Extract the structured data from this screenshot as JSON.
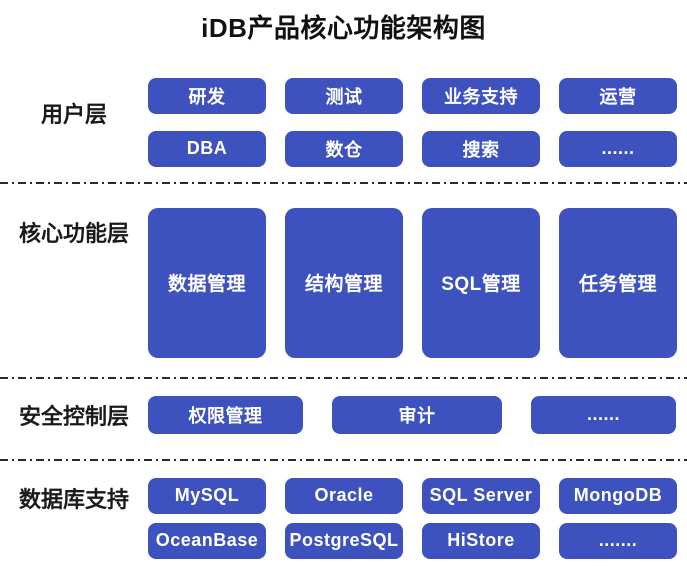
{
  "title": "iDB产品核心功能架构图",
  "colors": {
    "box_fill": "#3D52BE",
    "box_text": "#FFFFFF",
    "label_text": "#1A1A1A",
    "divider": "#2B2B2B",
    "background": "#FFFFFF"
  },
  "layers": {
    "user": {
      "label": "用户层",
      "row1": [
        "研发",
        "测试",
        "业务支持",
        "运营"
      ],
      "row2": [
        "DBA",
        "数仓",
        "搜索",
        "......"
      ]
    },
    "core": {
      "label": "核心功能层",
      "boxes": [
        "数据管理",
        "结构管理",
        "SQL管理",
        "任务管理"
      ]
    },
    "security": {
      "label": "安全控制层",
      "boxes": [
        "权限管理",
        "审计",
        "......"
      ]
    },
    "database": {
      "label": "数据库支持",
      "row1": [
        "MySQL",
        "Oracle",
        "SQL Server",
        "MongoDB"
      ],
      "row2": [
        "OceanBase",
        "PostgreSQL",
        "HiStore",
        "......."
      ]
    }
  }
}
